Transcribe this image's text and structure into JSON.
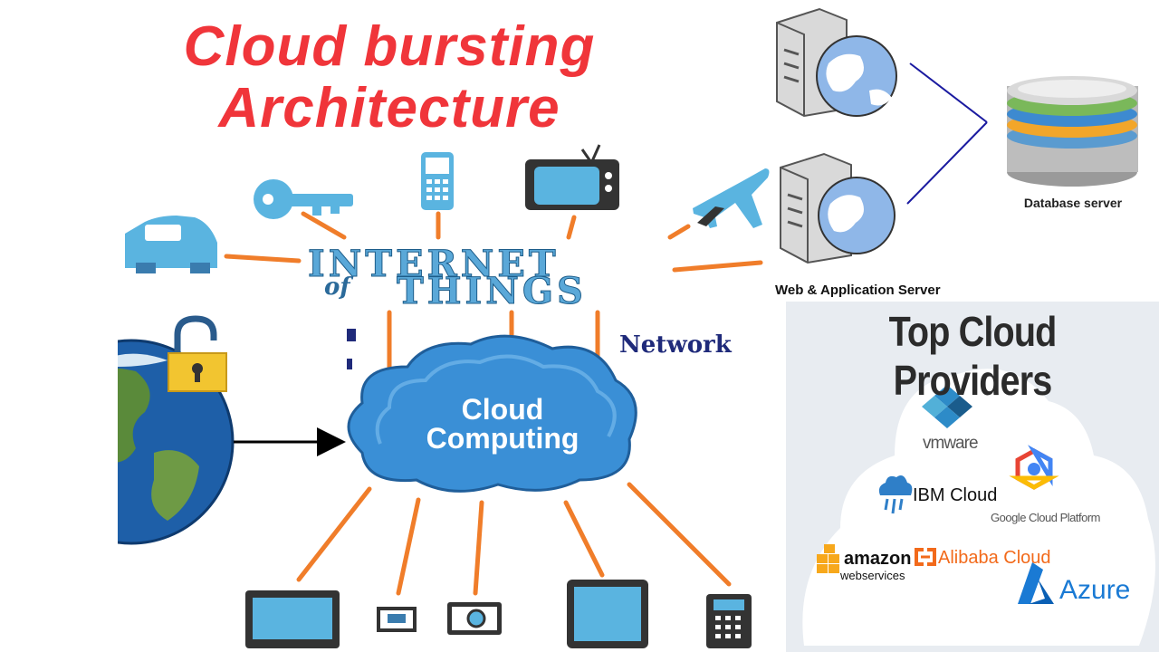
{
  "title": {
    "line1": "Cloud bursting",
    "line2": "Architecture"
  },
  "iot": {
    "word1": "INTERNET",
    "word2": "of",
    "word3": "THINGS",
    "network": "Network"
  },
  "cloud": {
    "line1": "Cloud",
    "line2": "Computing"
  },
  "servers": {
    "database_label": "Database server",
    "web_label": "Web & Application Server"
  },
  "providers": {
    "title": "Top Cloud Providers",
    "items": {
      "vmware": "vmware",
      "ibm": "IBM Cloud",
      "google": "Google Cloud Platform",
      "amazon_line1": "amazon",
      "amazon_line2": "webservices",
      "alibaba": "Alibaba Cloud",
      "azure": "Azure"
    }
  },
  "colors": {
    "title_red": "#f0353a",
    "line_orange": "#f07d2a",
    "icon_blue": "#5ab4e0",
    "icon_dark": "#3a7cae",
    "cloud_blue": "#3a8fd6"
  }
}
